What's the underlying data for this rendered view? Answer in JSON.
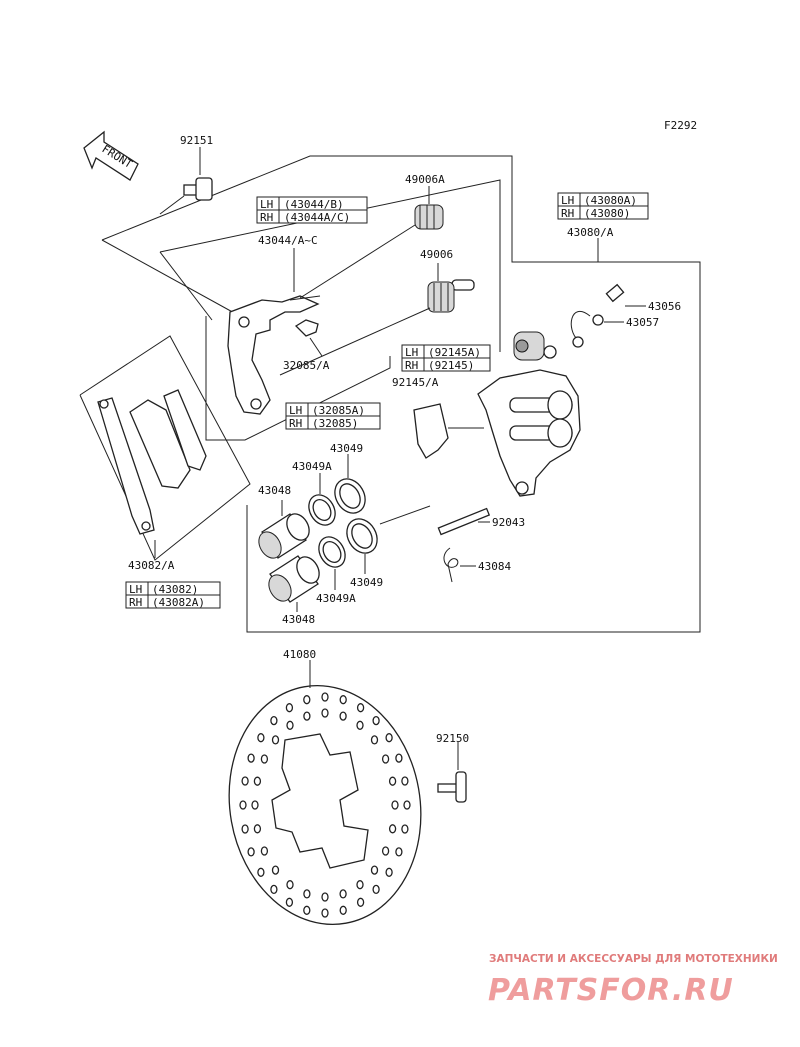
{
  "figure_code": "F2292",
  "front_label": "FRONT",
  "labels": {
    "p92151": "92151",
    "p49006a": "49006A",
    "p49006": "49006",
    "p43044": "43044/A~C",
    "p32085": "32085/A",
    "p43080": "43080/A",
    "p43056": "43056",
    "p43057": "43057",
    "p92145": "92145/A",
    "p43049_top": "43049",
    "p43049a_top": "43049A",
    "p43048_top": "43048",
    "p92043": "92043",
    "p43084": "43084",
    "p43049_bot": "43049",
    "p43049a_bot": "43049A",
    "p43048_bot": "43048",
    "p43082": "43082/A",
    "p41080": "41080",
    "p92150": "92150"
  },
  "tables": {
    "t43044": {
      "lh_key": "LH",
      "lh_val": "(43044/B)",
      "rh_key": "RH",
      "rh_val": "(43044A/C)"
    },
    "t43080": {
      "lh_key": "LH",
      "lh_val": "(43080A)",
      "rh_key": "RH",
      "rh_val": "(43080)"
    },
    "t92145": {
      "lh_key": "LH",
      "lh_val": "(92145A)",
      "rh_key": "RH",
      "rh_val": "(92145)"
    },
    "t32085": {
      "lh_key": "LH",
      "lh_val": "(32085A)",
      "rh_key": "RH",
      "rh_val": "(32085)"
    },
    "t43082": {
      "lh_key": "LH",
      "lh_val": "(43082)",
      "rh_key": "RH",
      "rh_val": "(43082A)"
    }
  },
  "watermark": {
    "line1": "ЗАПЧАСТИ И АКСЕССУАРЫ ДЛЯ МОТОТЕХНИКИ",
    "line2": "PARTSFOR.RU"
  },
  "colors": {
    "ink": "#222222",
    "watermark": "#ef9d9d"
  }
}
